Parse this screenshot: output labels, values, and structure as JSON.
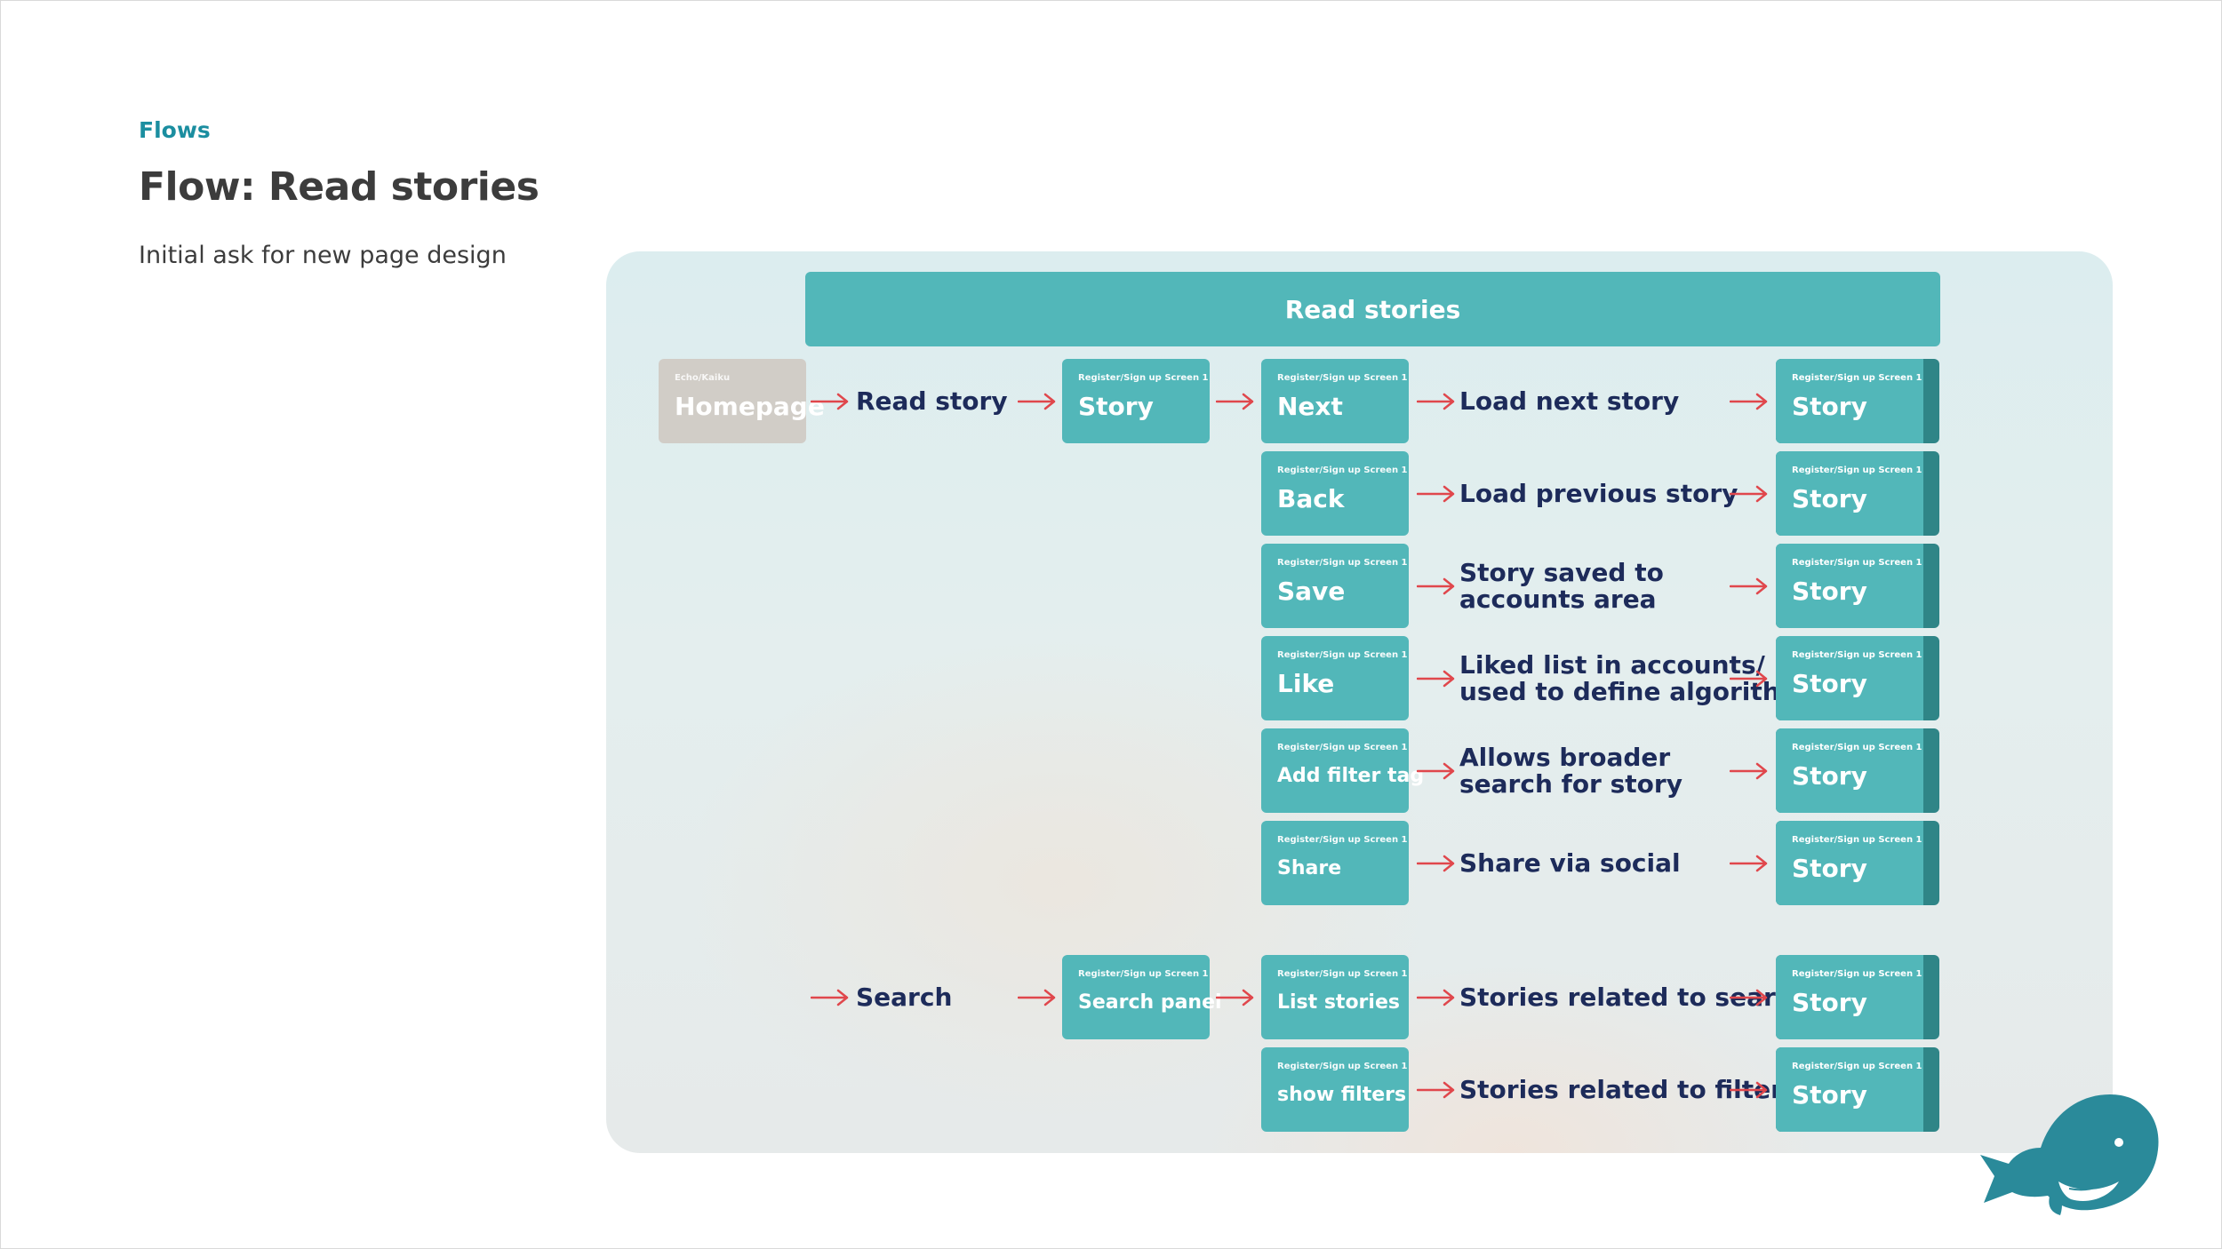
{
  "header": {
    "eyebrow": "Flows",
    "title": "Flow: Read stories",
    "subtitle": "Initial ask for new page design"
  },
  "diagram": {
    "banner": "Read stories",
    "homepage": {
      "small": "Echo/Kaiku",
      "label": "Homepage"
    },
    "screen_caption": "Register/Sign up Screen 1",
    "steps": {
      "read_story": "Read story",
      "search": "Search"
    },
    "second_level": {
      "story": "Story",
      "search_panel": "Search panel"
    },
    "actions": [
      {
        "label": "Next",
        "result": [
          "Load next story"
        ],
        "target": "Story"
      },
      {
        "label": "Back",
        "result": [
          "Load previous story"
        ],
        "target": "Story"
      },
      {
        "label": "Save",
        "result": [
          "Story saved to",
          "accounts area"
        ],
        "target": "Story"
      },
      {
        "label": "Like",
        "result": [
          "Liked list in accounts/",
          "used to define algorithm"
        ],
        "target": "Story"
      },
      {
        "label": "Add filter tag",
        "result": [
          "Allows broader",
          "search for story"
        ],
        "target": "Story"
      },
      {
        "label": "Share",
        "result": [
          "Share via social"
        ],
        "target": "Story"
      }
    ],
    "search_actions": [
      {
        "label": "List stories",
        "result": [
          "Stories related to search"
        ],
        "target": "Story"
      },
      {
        "label": "show filters",
        "result": [
          "Stories related to filter"
        ],
        "target": "Story"
      }
    ]
  },
  "colors": {
    "teal": "#52b7b9",
    "teal_dark": "#2f8587",
    "arrow": "#e0474c",
    "text_navy": "#1d2b5a",
    "accent": "#1b8ea0"
  },
  "icons": {
    "logo": "whale-icon",
    "connector": "arrow-right-icon"
  }
}
